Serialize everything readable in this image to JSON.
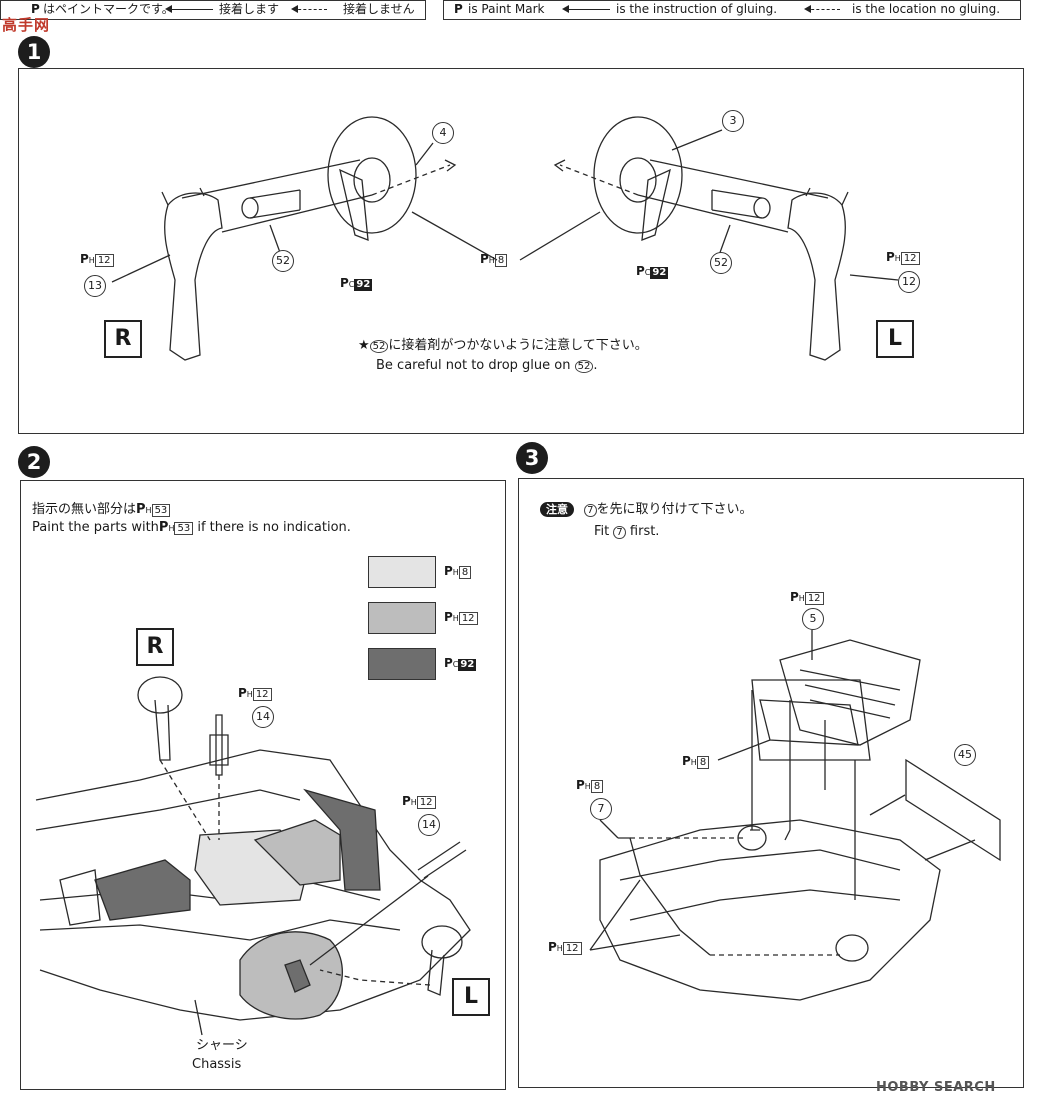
{
  "legend_jp": {
    "p_mark": "はペイントマークです。",
    "glue": "接着します",
    "no_glue": "接着しません"
  },
  "legend_en": {
    "p_mark": "is Paint Mark",
    "glue": "is the instruction of gluing.",
    "no_glue": "is the location no gluing."
  },
  "steps": [
    "1",
    "2",
    "3"
  ],
  "step1": {
    "callouts": {
      "part3": "3",
      "part4": "4",
      "part52_left": "52",
      "part52_right": "52",
      "part13": "13",
      "part12": "12"
    },
    "paint_labels": {
      "ph12_left": {
        "mark": "P",
        "sub": "H",
        "num": "12"
      },
      "ph12_right": {
        "mark": "P",
        "sub": "H",
        "num": "12"
      },
      "ph8": {
        "mark": "P",
        "sub": "H",
        "num": "8"
      },
      "pc92_left": {
        "mark": "P",
        "sub": "C",
        "num": "92"
      },
      "pc92_right": {
        "mark": "P",
        "sub": "C",
        "num": "92"
      }
    },
    "side_R": "R",
    "side_L": "L",
    "note_jp_star": "★",
    "note_jp_part": "52",
    "note_jp": "に接着剤がつかないように注意して下さい。",
    "note_en_pre": "Be careful not to drop glue on",
    "note_en_part": "52",
    "note_en_post": "."
  },
  "step2": {
    "note_jp_pre": "指示の無い部分は",
    "note_jp_num": "53",
    "note_en_pre": "Paint the parts with",
    "note_en_num": "53",
    "note_en_post": "if there is no indication.",
    "swatches": [
      {
        "color": "#e4e4e4",
        "sub": "H",
        "num": "8"
      },
      {
        "color": "#bdbdbd",
        "sub": "H",
        "num": "12"
      },
      {
        "color": "#6e6e6e",
        "sub": "C",
        "num": "92"
      }
    ],
    "side_R": "R",
    "side_L": "L",
    "callout14_a": "14",
    "callout14_b": "14",
    "ph12_a": "12",
    "ph12_b": "12",
    "chassis_jp": "シャーシ",
    "chassis_en": "Chassis"
  },
  "step3": {
    "caution": "注意",
    "note_jp_part": "7",
    "note_jp": "を先に取り付けて下さい。",
    "note_en_pre": "Fit",
    "note_en_part": "7",
    "note_en_post": "first.",
    "ph12_top": "12",
    "part5": "5",
    "ph8_mid": "8",
    "part45": "45",
    "ph8_left": "8",
    "part7": "7",
    "ph12_bottom": "12"
  },
  "watermark": "HOBBY SEARCH",
  "logo_text": "高手网"
}
